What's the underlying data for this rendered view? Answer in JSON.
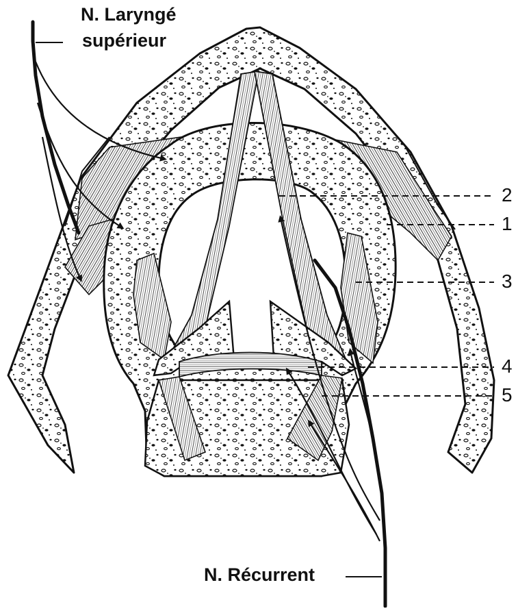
{
  "colors": {
    "ink": "#111111",
    "paper": "#ffffff"
  },
  "labels": {
    "nerve_top_line1": "N. Laryngé",
    "nerve_top_line2": "supérieur",
    "nerve_bottom": "N. Récurrent",
    "callouts": [
      "2",
      "1",
      "3",
      "4",
      "5"
    ]
  }
}
